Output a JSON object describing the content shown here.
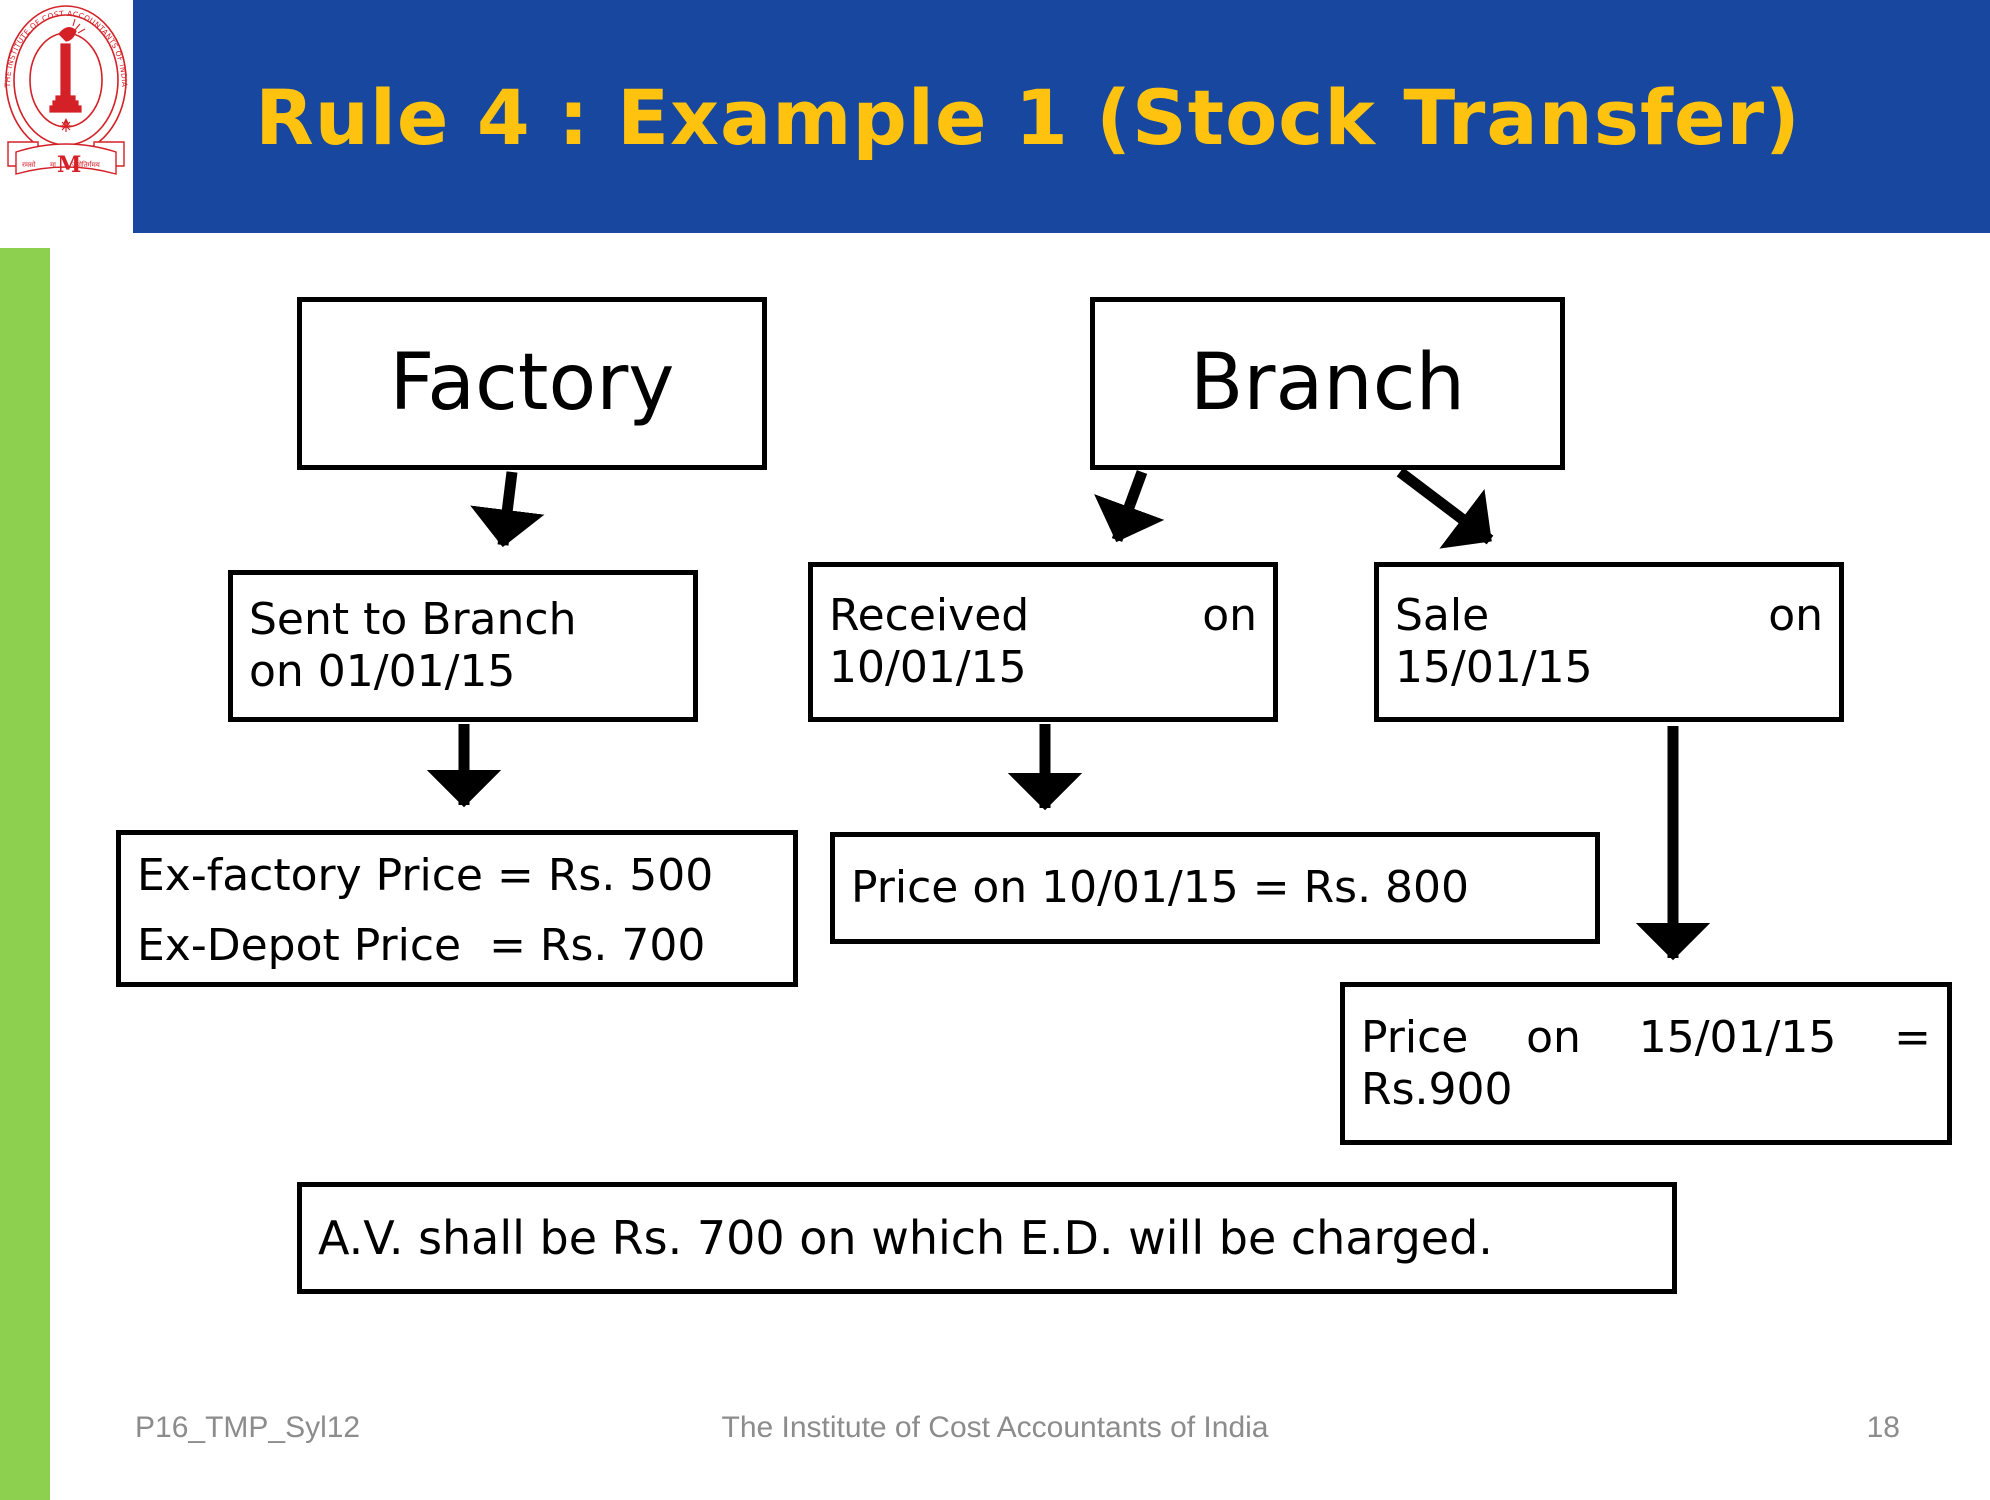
{
  "slide": {
    "title": "Rule 4 : Example 1 (Stock Transfer)",
    "colors": {
      "banner_blue": "#17479E",
      "title_yellow": "#FFC20E",
      "side_bar_green": "#8DD04F",
      "outline_black": "#000000",
      "footer_gray": "#8C8C8C",
      "logo_red": "#D42027"
    }
  },
  "logo": {
    "name": "institute-of-cost-accountants-of-india-seal",
    "outer_text": "THE INSTITUTE OF COST ACCOUNTANTS OF INDIA",
    "motto": "असतो मा सद्गमय",
    "monogram": "M"
  },
  "diagram": {
    "boxes": {
      "factory": {
        "label": "Factory"
      },
      "branch": {
        "label": "Branch"
      },
      "sent_to_branch": {
        "line1": "Sent to Branch",
        "line2": "on 01/01/15"
      },
      "received": {
        "line1_start": "Received",
        "line1_end": "on",
        "line2": "10/01/15"
      },
      "sale": {
        "line1_start": "Sale",
        "line1_end": "on",
        "line2": "15/01/15"
      },
      "ex_factory_prices": {
        "line1": "Ex-factory Price = Rs. 500",
        "line2": "Ex-Depot Price  = Rs. 700"
      },
      "price_on_10": {
        "text": "Price on 10/01/15 = Rs. 800"
      },
      "price_on_15": {
        "line1": "Price on 15/01/15 =",
        "line2": "Rs.900"
      },
      "conclusion": {
        "text": "A.V. shall be Rs. 700 on which E.D. will be charged."
      }
    },
    "arrows": [
      {
        "name": "factory-to-sent",
        "from": "factory",
        "to": "sent_to_branch"
      },
      {
        "name": "branch-to-received",
        "from": "branch",
        "to": "received"
      },
      {
        "name": "branch-to-sale",
        "from": "branch",
        "to": "sale"
      },
      {
        "name": "sent-to-exfactory",
        "from": "sent_to_branch",
        "to": "ex_factory_prices"
      },
      {
        "name": "received-to-price10",
        "from": "received",
        "to": "price_on_10"
      },
      {
        "name": "sale-to-price15",
        "from": "sale",
        "to": "price_on_15"
      }
    ]
  },
  "footer": {
    "left": "P16_TMP_Syl12",
    "center": "The Institute of Cost Accountants of India",
    "page_number": "18"
  }
}
